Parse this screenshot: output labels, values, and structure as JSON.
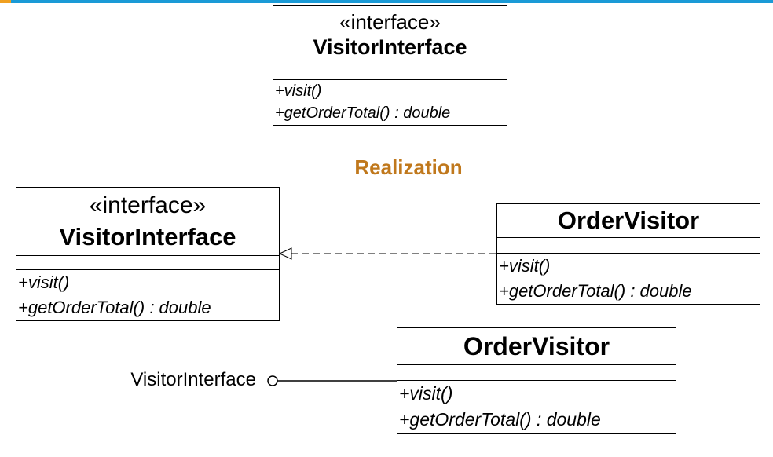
{
  "diagram": {
    "top_interface": {
      "stereotype": "«interface»",
      "name": "VisitorInterface",
      "operations": [
        "+visit()",
        "+getOrderTotal() : double"
      ]
    },
    "realization_title": "Realization",
    "realization_interface": {
      "stereotype": "«interface»",
      "name": "VisitorInterface",
      "operations": [
        "+visit()",
        "+getOrderTotal() : double"
      ]
    },
    "realization_class": {
      "name": "OrderVisitor",
      "operations": [
        "+visit()",
        "+getOrderTotal() : double"
      ]
    },
    "lollipop_label": "VisitorInterface",
    "lollipop_class": {
      "name": "OrderVisitor",
      "operations": [
        "+visit()",
        "+getOrderTotal() : double"
      ]
    },
    "colors": {
      "title": "#c0781c",
      "topbar": "#1a9ad6",
      "topbar_accent": "#f0a020",
      "line": "#000000"
    }
  }
}
